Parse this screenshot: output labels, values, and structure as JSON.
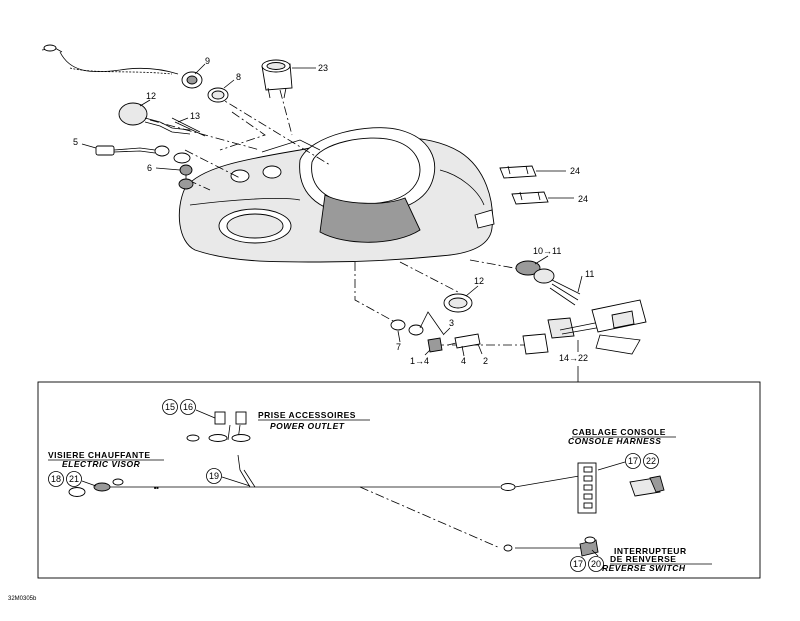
{
  "callouts": {
    "c1to4": "1→4",
    "c2": "2",
    "c3": "3",
    "c4": "4",
    "c5": "5",
    "c6": "6",
    "c7": "7",
    "c8": "8",
    "c9": "9",
    "c10to11": "10→11",
    "c11": "11",
    "c12a": "12",
    "c12b": "12",
    "c13": "13",
    "c14to22": "14→22",
    "c23": "23",
    "c24a": "24",
    "c24b": "24"
  },
  "inset": {
    "sections": {
      "power_outlet": {
        "fr": "PRISE ACCESSOIRES",
        "en": "POWER OUTLET"
      },
      "console_harness": {
        "fr": "CABLAGE CONSOLE",
        "en": "CONSOLE HARNESS"
      },
      "electric_visor": {
        "fr": "VISIERE CHAUFFANTE",
        "en": "ELECTRIC VISOR"
      },
      "reverse_switch": {
        "fr": "INTERRUPTEUR DE RENVERSE",
        "fr_line1": "INTERRUPTEUR",
        "fr_line2": "DE RENVERSE",
        "en": "REVERSE SWITCH"
      }
    },
    "circled": {
      "n15": "15",
      "n16": "16",
      "n17a": "17",
      "n22": "22",
      "n18": "18",
      "n21": "21",
      "n19": "19",
      "n17b": "17",
      "n20": "20"
    }
  },
  "figure_code": "32M0305b"
}
